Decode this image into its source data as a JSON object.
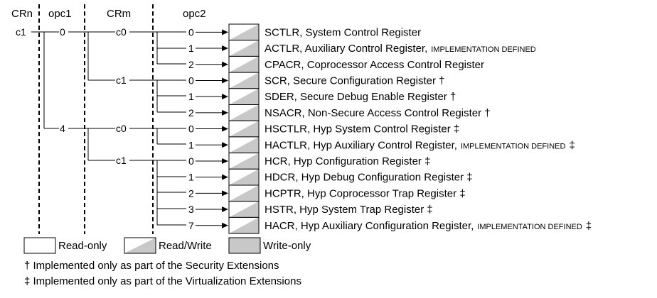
{
  "headers": {
    "crn": "CRn",
    "opc1": "opc1",
    "crm": "CRm",
    "opc2": "opc2"
  },
  "crn_value": "c1",
  "opc1_values": [
    "0",
    "4"
  ],
  "crm_values": [
    "c0",
    "c1",
    "c0",
    "c1"
  ],
  "registers": [
    {
      "opc2": "0",
      "kind": "rw",
      "name": "SCTLR, System Control Register",
      "impl": "",
      "mark": ""
    },
    {
      "opc2": "1",
      "kind": "rw",
      "name": "ACTLR, Auxiliary Control Register,",
      "impl": "IMPLEMENTATION DEFINED",
      "mark": ""
    },
    {
      "opc2": "2",
      "kind": "rw",
      "name": "CPACR, Coprocessor Access Control Register",
      "impl": "",
      "mark": ""
    },
    {
      "opc2": "0",
      "kind": "rw",
      "name": "SCR, Secure Configuration Register †",
      "impl": "",
      "mark": ""
    },
    {
      "opc2": "1",
      "kind": "rw",
      "name": "SDER, Secure Debug Enable Register †",
      "impl": "",
      "mark": ""
    },
    {
      "opc2": "2",
      "kind": "rw",
      "name": "NSACR, Non-Secure Access Control Register †",
      "impl": "",
      "mark": ""
    },
    {
      "opc2": "0",
      "kind": "rw",
      "name": "HSCTLR, Hyp System Control Register ‡",
      "impl": "",
      "mark": ""
    },
    {
      "opc2": "1",
      "kind": "rw",
      "name": "HACTLR, Hyp Auxiliary Control Register,",
      "impl": "IMPLEMENTATION DEFINED",
      "mark": "‡"
    },
    {
      "opc2": "0",
      "kind": "rw",
      "name": "HCR, Hyp Configuration Register ‡",
      "impl": "",
      "mark": ""
    },
    {
      "opc2": "1",
      "kind": "rw",
      "name": "HDCR, Hyp Debug Configuration Register ‡",
      "impl": "",
      "mark": ""
    },
    {
      "opc2": "2",
      "kind": "rw",
      "name": "HCPTR, Hyp Coprocessor Trap Register ‡",
      "impl": "",
      "mark": ""
    },
    {
      "opc2": "3",
      "kind": "rw",
      "name": "HSTR, Hyp System Trap Register ‡",
      "impl": "",
      "mark": ""
    },
    {
      "opc2": "7",
      "kind": "rw",
      "name": "HACR, Hyp Auxiliary Configuration Register,",
      "impl": "IMPLEMENTATION DEFINED",
      "mark": "‡"
    }
  ],
  "legend": [
    {
      "kind": "ro",
      "label": "Read-only"
    },
    {
      "kind": "rw",
      "label": "Read/Write"
    },
    {
      "kind": "wo",
      "label": "Write-only"
    }
  ],
  "footnotes": [
    "† Implemented only as part of the Security Extensions",
    "‡ Implemented only as part of the Virtualization Extensions"
  ],
  "colors": {
    "line": "#000000",
    "box_fill": "#c8c8c8",
    "box_light": "#ffffff"
  }
}
